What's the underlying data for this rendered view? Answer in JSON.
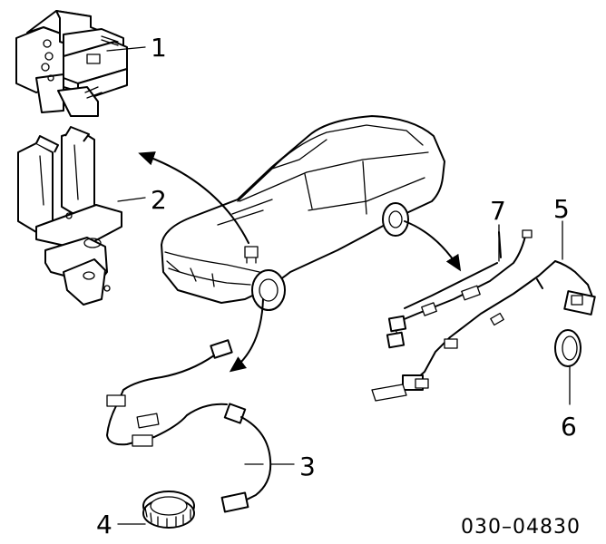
{
  "diagram": {
    "reference_code": "030–04830",
    "callouts": [
      {
        "number": "1",
        "part": "abs-actuator-unit"
      },
      {
        "number": "2",
        "part": "actuator-mounting-bracket"
      },
      {
        "number": "3",
        "part": "front-wheel-speed-sensor"
      },
      {
        "number": "4",
        "part": "front-sensor-rotor"
      },
      {
        "number": "5",
        "part": "rear-wheel-speed-sensor"
      },
      {
        "number": "6",
        "part": "rear-sensor-rotor"
      },
      {
        "number": "7",
        "part": "rear-sensor-harness"
      }
    ]
  }
}
